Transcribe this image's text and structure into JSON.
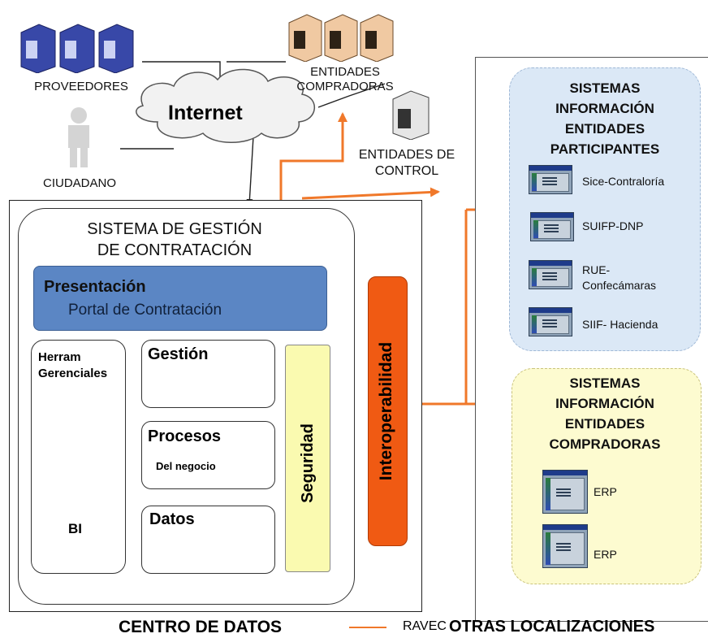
{
  "labels": {
    "proveedores": "PROVEEDORES",
    "ciudadano": "CIUDADANO",
    "internet": "Internet",
    "entidades_compradoras_1": "ENTIDADES",
    "entidades_compradoras_2": "COMPRADORAS",
    "entidades_control_1": "ENTIDADES DE",
    "entidades_control_2": "CONTROL",
    "centro_de_datos": "CENTRO DE DATOS",
    "ravec": "RAVEC",
    "otras_localizaciones": "OTRAS LOCALIZACIONES"
  },
  "sgc": {
    "title_line1": "SISTEMA DE GESTIÓN",
    "title_line2": "DE CONTRATACIÓN",
    "presentacion_title": "Presentación",
    "presentacion_sub": "Portal de Contratación",
    "herram_line1": "Herram",
    "herram_line2": "Gerenciales",
    "bi": "BI",
    "gestion": "Gestión",
    "procesos": "Procesos",
    "procesos_sub": "Del negocio",
    "datos": "Datos",
    "seguridad": "Seguridad",
    "interoperabilidad": "Interoperabilidad"
  },
  "participantes": {
    "title": [
      "SISTEMAS",
      "INFORMACIÓN",
      "ENTIDADES",
      "PARTICIPANTES"
    ],
    "apps": [
      "Sice-Contraloría",
      "SUIFP-DNP",
      "RUE-",
      "Confecámaras",
      "SIIF- Hacienda"
    ]
  },
  "compradoras": {
    "title": [
      "SISTEMAS",
      "INFORMACIÓN",
      "ENTIDADES",
      "COMPRADORAS"
    ],
    "apps": [
      "ERP",
      "ERP"
    ]
  },
  "colors": {
    "connector_orange": "#f0782a",
    "presentacion_blue": "#5b86c4",
    "interop_orange": "#f05a13",
    "seguridad_yellow": "#fafab0",
    "participantes_bg": "#dbe8f6",
    "compradoras_bg": "#fdfbd0"
  }
}
